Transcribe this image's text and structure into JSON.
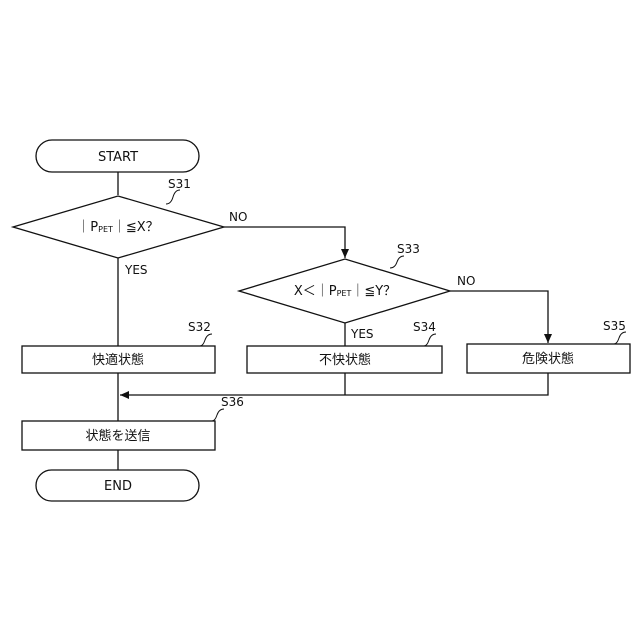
{
  "flowchart": {
    "start": "START",
    "end": "END",
    "decision1": {
      "prefix": "｜P",
      "sub": "PET",
      "suffix": "｜≦X？",
      "step": "S31",
      "no": "NO",
      "yes": "YES"
    },
    "decision2": {
      "prefix": "X＜｜P",
      "sub": "PET",
      "suffix": "｜≦Y？",
      "step": "S33",
      "no": "NO",
      "yes": "YES"
    },
    "process1": {
      "text": "快適状態",
      "step": "S32"
    },
    "process2": {
      "text": "不快状態",
      "step": "S34"
    },
    "process3": {
      "text": "危険状態",
      "step": "S35"
    },
    "process4": {
      "text": "状態を送信",
      "step": "S36"
    }
  }
}
